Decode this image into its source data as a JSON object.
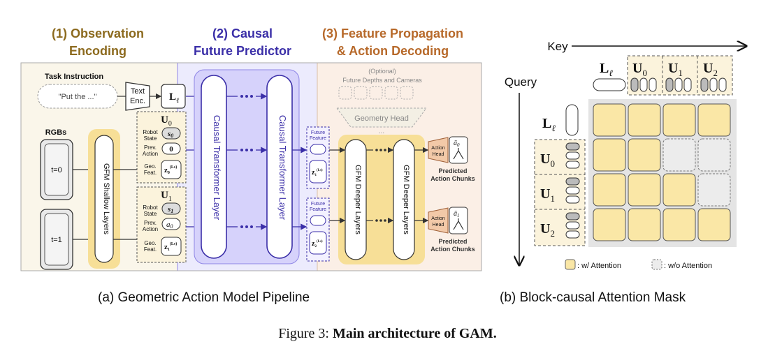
{
  "panel_a": {
    "stage1_title": [
      "(1) Observation",
      "Encoding"
    ],
    "stage2_title": [
      "(2) Causal",
      "Future Predictor"
    ],
    "stage3_title": [
      "(3) Feature Propagation",
      "& Action Decoding"
    ],
    "task_instruction": "Task Instruction",
    "put_the": "\"Put the ...\"",
    "text_enc": [
      "Text",
      "Enc."
    ],
    "rgbs": "RGBs",
    "t0": "t=0",
    "t1": "t=1",
    "gfm_shallow": "GFM Shallow Layers",
    "robot_state": [
      "Robot",
      "State"
    ],
    "prev_action": [
      "Prev.",
      "Action"
    ],
    "geo_feat": [
      "Geo.",
      "Feat."
    ],
    "causal_layer": "Causal Transformer Layer",
    "optional": "(Optional)",
    "future_depths": "Future Depths and Cameras",
    "geometry_head": "Geometry Head",
    "future_feature": [
      "Future",
      "Feature"
    ],
    "gfm_deeper": "GFM Deeper Layers",
    "action_head": [
      "Action",
      "Head"
    ],
    "predicted_chunks": [
      "Predicted",
      "Action Chunks"
    ],
    "caption": "(a) Geometric Action Model Pipeline"
  },
  "panel_b": {
    "key": "Key",
    "query": "Query",
    "legend_with": ": w/ Attention",
    "legend_without": ": w/o Attention",
    "caption": "(b) Block-causal Attention Mask",
    "mask": [
      [
        1,
        1,
        1,
        1
      ],
      [
        1,
        1,
        0,
        0
      ],
      [
        1,
        1,
        1,
        0
      ],
      [
        1,
        1,
        1,
        1
      ]
    ]
  },
  "figure_caption": {
    "prefix": "Figure 3: ",
    "bold": "Main architecture of GAM."
  },
  "colors": {
    "stage1": "#8c6a1e",
    "stage2": "#3b2fa8",
    "stage3": "#b7692a",
    "gold": "#f7df97",
    "purple_bg": "#ecebfd"
  }
}
